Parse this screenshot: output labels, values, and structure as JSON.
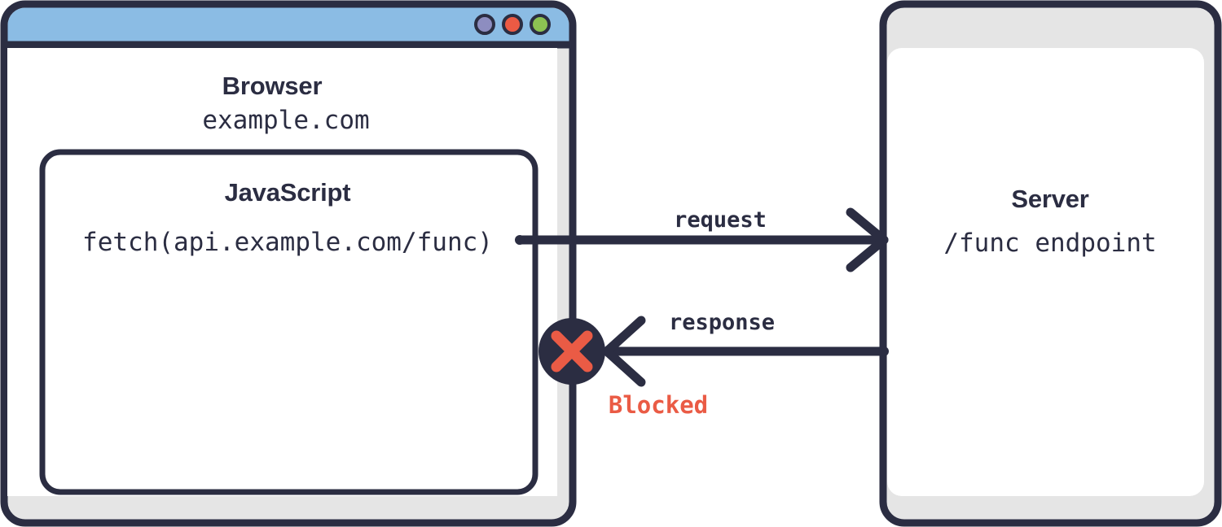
{
  "diagram": {
    "type": "cors-blocked-request-flow",
    "colors": {
      "ink": "#2B2D42",
      "titlebar_blue": "#8BBCE4",
      "shadow_gray": "#E5E5E5",
      "panel_white": "#FFFFFF",
      "blocked_red": "#EA5B45",
      "dot_purple": "#8D8DC0",
      "dot_red": "#EC5A44",
      "dot_green": "#8CC152"
    }
  },
  "browser": {
    "name": "browser-window",
    "title": "Browser",
    "url": "example.com",
    "traffic_lights": [
      {
        "name": "window-dot-purple",
        "color": "#8D8DC0"
      },
      {
        "name": "window-dot-red",
        "color": "#EC5A44"
      },
      {
        "name": "window-dot-green",
        "color": "#8CC152"
      }
    ],
    "script_box": {
      "name": "javascript-box",
      "title": "JavaScript",
      "code": "fetch(api.example.com/func)"
    }
  },
  "server": {
    "name": "server-box",
    "title": "Server",
    "endpoint": "/func endpoint"
  },
  "flows": [
    {
      "name": "request-arrow",
      "label": "request",
      "direction": "browser-to-server",
      "blocked": false
    },
    {
      "name": "response-arrow",
      "label": "response",
      "direction": "server-to-browser",
      "blocked": true
    }
  ],
  "blocked_marker": {
    "name": "blocked-marker",
    "label": "Blocked",
    "glyph": "x-mark-icon"
  }
}
